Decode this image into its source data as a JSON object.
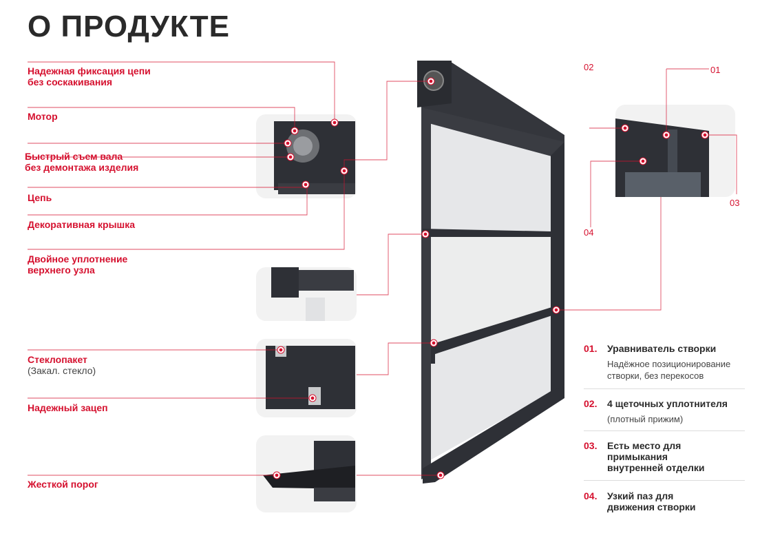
{
  "page": {
    "title": "О ПРОДУКТЕ"
  },
  "callouts": [
    {
      "line1": "Надежная фиксация цепи",
      "line2": "без соскакивания"
    },
    {
      "line1": "Мотор"
    },
    {
      "line1": "Быстрый съем вала",
      "line2": "без демонтажа изделия"
    },
    {
      "line1": "Цепь"
    },
    {
      "line1": "Декоративная крышка"
    },
    {
      "line1": "Двойное уплотнение",
      "line2": "верхнего узла"
    },
    {
      "line1": "Стеклопакет",
      "sub": "(Закал. стекло)"
    },
    {
      "line1": "Надежный зацеп"
    },
    {
      "line1": "Жесткой порог"
    }
  ],
  "detail_numbers": [
    "01",
    "02",
    "03",
    "04"
  ],
  "features": [
    {
      "num": "01.",
      "title": "Уравниватель створки",
      "desc1": "Надёжное позиционирование",
      "desc2": "створки, без перекосов"
    },
    {
      "num": "02.",
      "title": "4 щеточных уплотнителя",
      "desc1": "(плотный прижим)"
    },
    {
      "num": "03.",
      "title1": "Есть место для",
      "title2": "примыкания",
      "title3": "внутренней отделки"
    },
    {
      "num": "04.",
      "title1": "Узкий паз для",
      "title2": "движения створки"
    }
  ],
  "colors": {
    "accent": "#d5102e",
    "frame": "#2e3036",
    "glass": "#e6e7e9",
    "panel": "#f2f2f2"
  }
}
